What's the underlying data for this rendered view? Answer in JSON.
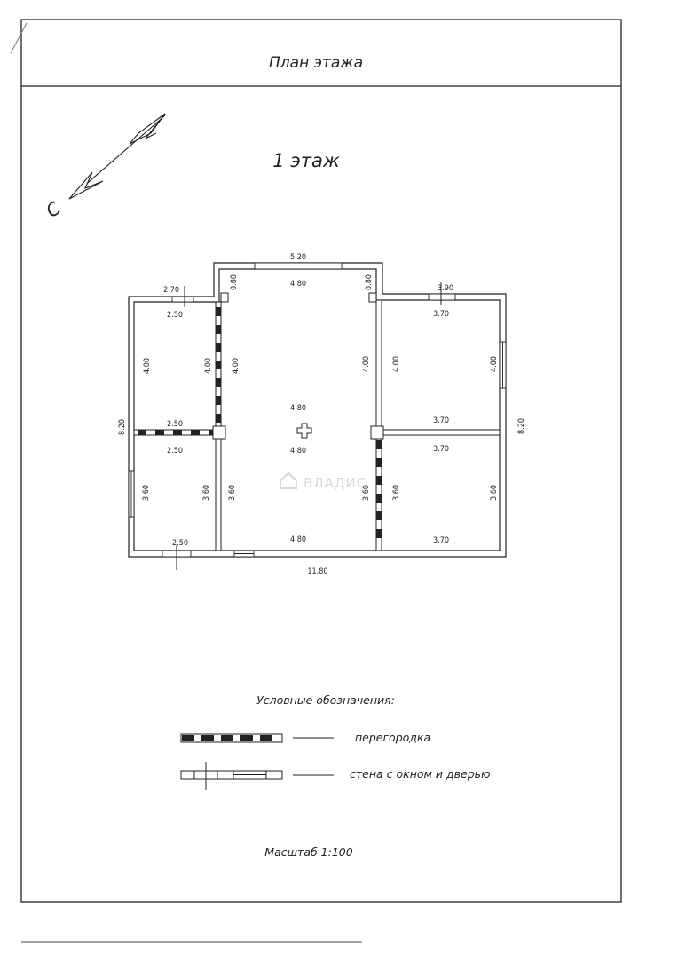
{
  "header": {
    "title": "План этажа"
  },
  "floor": {
    "label": "1 этаж"
  },
  "compass": {
    "letter": "С"
  },
  "dimensions": {
    "top_center": "5.20",
    "top_left": "2.70",
    "top_right": "3.90",
    "center_room_width_top": "4.80",
    "center_room_width_mid_a": "4.80",
    "center_room_width_mid_b": "4.80",
    "center_room_width_bottom": "4.80",
    "left_top_room_width": "2.50",
    "left_mid_width_a": "2.50",
    "left_mid_width_b": "2.50",
    "left_bottom_width": "2.50",
    "right_top_room_width": "3.70",
    "right_mid_width_a": "3.70",
    "right_mid_width_b": "3.70",
    "right_bottom_width": "3.70",
    "notch_left": "0.80",
    "notch_right": "0.80",
    "left_upper_height_outer": "4.00",
    "left_upper_height_inner": "4.00",
    "center_upper_height_left": "4.00",
    "center_upper_height_right": "4.00",
    "right_upper_height_inner": "4.00",
    "right_upper_height_outer": "4.00",
    "left_lower_height_outer": "3.60",
    "left_lower_height_inner": "3.60",
    "center_lower_height_left": "3.60",
    "center_lower_height_right": "3.60",
    "right_lower_height_inner": "3.60",
    "right_lower_height_outer": "3.60",
    "overall_left_height": "8.20",
    "overall_right_height": "8.20",
    "overall_width": "11.80"
  },
  "watermark": {
    "text": "ВЛАДИС"
  },
  "legend": {
    "title": "Условные обозначения:",
    "items": [
      {
        "label": "перегородка"
      },
      {
        "label": "стена с окном и дверью"
      }
    ]
  },
  "scale": {
    "text": "Масштаб 1:100"
  },
  "colors": {
    "ink": "#222222",
    "paper": "#ffffff"
  }
}
